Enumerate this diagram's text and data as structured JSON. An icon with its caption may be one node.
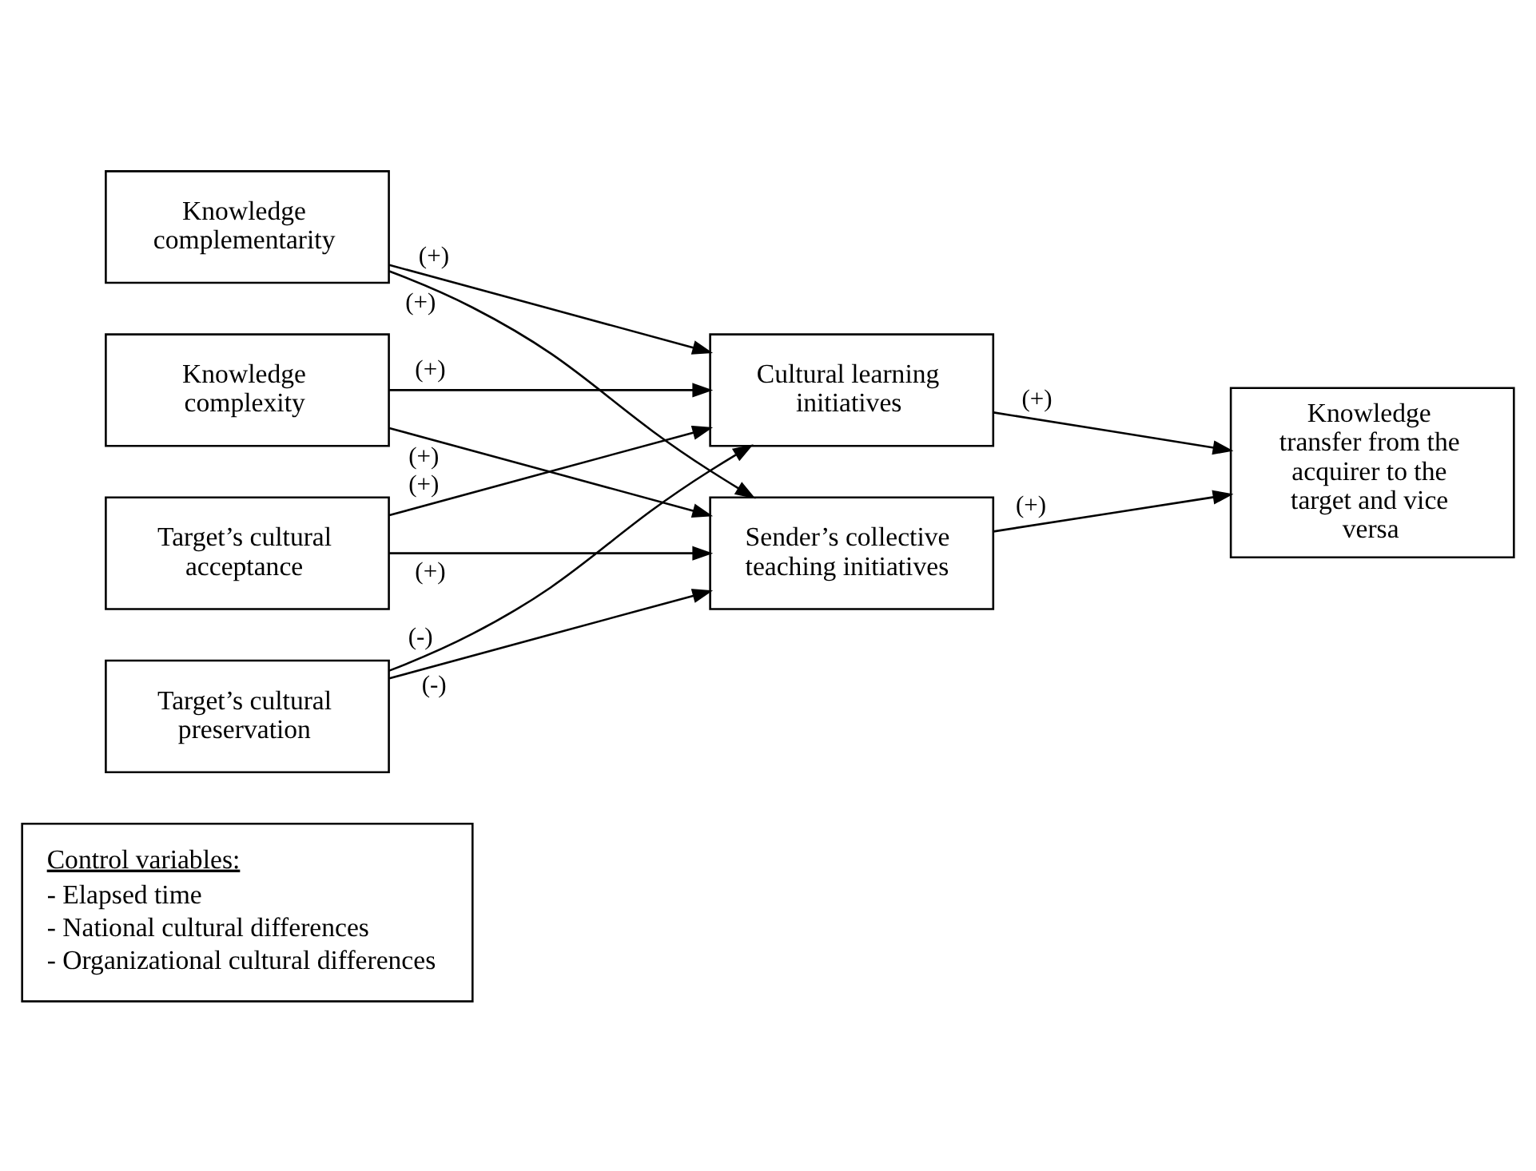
{
  "diagram": {
    "nodes": [
      {
        "text": [
          "Knowledge complementarity"
        ]
      },
      {
        "text": [
          "Knowledge complexity"
        ]
      },
      {
        "text": [
          "Target’s cultural acceptance"
        ]
      },
      {
        "text": [
          "Target’s cultural preservation"
        ]
      },
      {
        "text": [
          "Cultural learning initiatives"
        ]
      },
      {
        "text": [
          "Sender’s collective teaching initiatives"
        ]
      },
      {
        "text": [
          "Knowledge transfer from the acquirer to the target and vice versa"
        ]
      },
      {
        "text": [
          "Control variables:",
          "- Elapsed time",
          "- National cultural differences",
          "- Organizational cultural differences"
        ]
      }
    ],
    "edges": [
      {
        "from": 0,
        "to": 4,
        "arrow": "to",
        "label": "(+)"
      },
      {
        "from": 0,
        "to": 5,
        "arrow": "to",
        "label": "(+)"
      },
      {
        "from": 1,
        "to": 4,
        "arrow": "to",
        "label": "(+)"
      },
      {
        "from": 1,
        "to": 5,
        "arrow": "to",
        "label": "(+)"
      },
      {
        "from": 2,
        "to": 4,
        "arrow": "to",
        "label": "(+)"
      },
      {
        "from": 2,
        "to": 5,
        "arrow": "to",
        "label": "(+)"
      },
      {
        "from": 3,
        "to": 4,
        "arrow": "to",
        "label": "(-)"
      },
      {
        "from": 3,
        "to": 5,
        "arrow": "to",
        "label": "(-)"
      },
      {
        "from": 4,
        "to": 6,
        "arrow": "to",
        "label": "(+)"
      },
      {
        "from": 5,
        "to": 6,
        "arrow": "to",
        "label": "(+)"
      }
    ]
  }
}
